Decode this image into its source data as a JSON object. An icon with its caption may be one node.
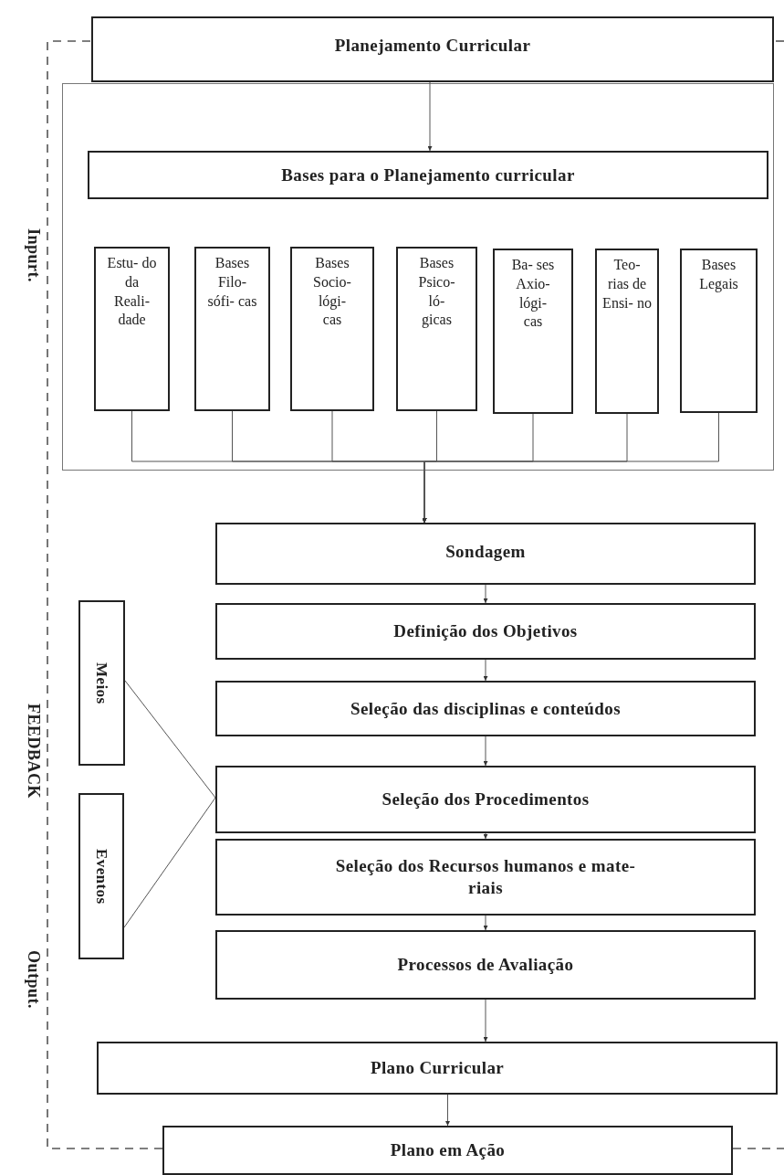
{
  "diagram": {
    "nodes": [
      {
        "text": [
          "Planejamento Curricular"
        ]
      },
      {
        "text": [],
        "shape": "box"
      },
      {
        "text": [
          "Bases para o Planejamento curricular"
        ],
        "in": 1
      },
      {
        "text": [
          "Estu- do da Reali- dade"
        ],
        "in": 1
      },
      {
        "text": [
          "Bases Filo- sófi- cas"
        ],
        "in": 1
      },
      {
        "text": [
          "Bases Socio- lógi- cas"
        ],
        "in": 1
      },
      {
        "text": [
          "Bases Psico- ló- gicas"
        ],
        "in": 1
      },
      {
        "text": [
          "Ba- ses Axio- lógi- cas"
        ],
        "in": 1
      },
      {
        "text": [
          "Teo- rias de Ensi- no"
        ],
        "in": 1
      },
      {
        "text": [
          "Bases Legais"
        ],
        "in": 1
      },
      {
        "text": [
          "Sondagem"
        ]
      },
      {
        "text": [
          "Definição dos Objetivos"
        ]
      },
      {
        "text": [
          "Seleção das disciplinas e conteúdos"
        ]
      },
      {
        "text": [
          "Seleção dos Procedimentos"
        ]
      },
      {
        "text": [
          "Seleção dos Recursos humanos e mate- riais"
        ]
      },
      {
        "text": [
          "Processos de Avaliação"
        ]
      },
      {
        "text": [
          "Plano Curricular"
        ]
      },
      {
        "text": [
          "Plano em Ação"
        ]
      },
      {
        "text": [
          "Meios"
        ]
      },
      {
        "text": [
          "Eventos"
        ]
      }
    ],
    "edges": [
      {
        "from": 0,
        "to": 2,
        "arrow": "to"
      },
      {
        "from": 3,
        "to": 10,
        "arrow": "to"
      },
      {
        "from": 4,
        "to": 10,
        "arrow": "to"
      },
      {
        "from": 5,
        "to": 10,
        "arrow": "to"
      },
      {
        "from": 6,
        "to": 10,
        "arrow": "to"
      },
      {
        "from": 7,
        "to": 10,
        "arrow": "to"
      },
      {
        "from": 8,
        "to": 10,
        "arrow": "to"
      },
      {
        "from": 9,
        "to": 10,
        "arrow": "to"
      },
      {
        "from": 10,
        "to": 11,
        "arrow": "to"
      },
      {
        "from": 11,
        "to": 12,
        "arrow": "to"
      },
      {
        "from": 12,
        "to": 13,
        "arrow": "to"
      },
      {
        "from": 13,
        "to": 14,
        "arrow": "to"
      },
      {
        "from": 14,
        "to": 15,
        "arrow": "to"
      },
      {
        "from": 15,
        "to": 16,
        "arrow": "to"
      },
      {
        "from": 16,
        "to": 17,
        "arrow": "to"
      },
      {
        "from": 18,
        "to": 13,
        "arrow": "none"
      },
      {
        "from": 19,
        "to": 13,
        "arrow": "none"
      },
      {
        "from": 17,
        "to": 0,
        "arrow": "none",
        "style": "dashed"
      },
      {
        "from": 17,
        "to": null,
        "arrow": "none",
        "style": "dashed"
      },
      {
        "from": null,
        "to": 0,
        "arrow": "none",
        "style": "dashed"
      }
    ],
    "labels": [
      "Inpurt.",
      "FEEDBACK",
      "Output."
    ]
  }
}
